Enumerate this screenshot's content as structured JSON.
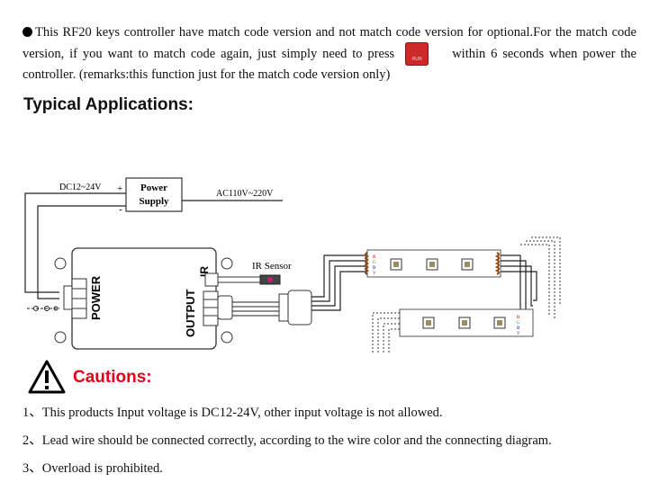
{
  "intro": {
    "part1": "This RF20 keys controller have match code version and not match code version for optional.For the match code version, if you want to match code again, just simply need to press",
    "button_label": "RUN",
    "part2": "within 6 seconds when power the controller. (remarks:this function just for the match code version only)"
  },
  "typical_heading": "Typical Applications:",
  "diagram": {
    "dc_label": "DC12~24V",
    "plus": "+",
    "minus": "-",
    "power_supply_line1": "Power",
    "power_supply_line2": "Supply",
    "ac_label": "AC110V~220V",
    "ir_label": "IR",
    "power_label": "POWER",
    "output_label": "OUTPUT",
    "ir_sensor_label": "IR Sensor",
    "strip_letters": [
      "R",
      "G",
      "B",
      "V"
    ]
  },
  "cautions": {
    "heading": "Cautions:",
    "items": [
      "1、This products Input voltage is DC12-24V, other input voltage is not allowed.",
      "2、Lead wire should be connected correctly, according to the wire color and the connecting diagram.",
      "3、Overload is prohibited."
    ]
  },
  "colors": {
    "caution_red": "#e2001a",
    "button_red": "#cc2a2a"
  }
}
